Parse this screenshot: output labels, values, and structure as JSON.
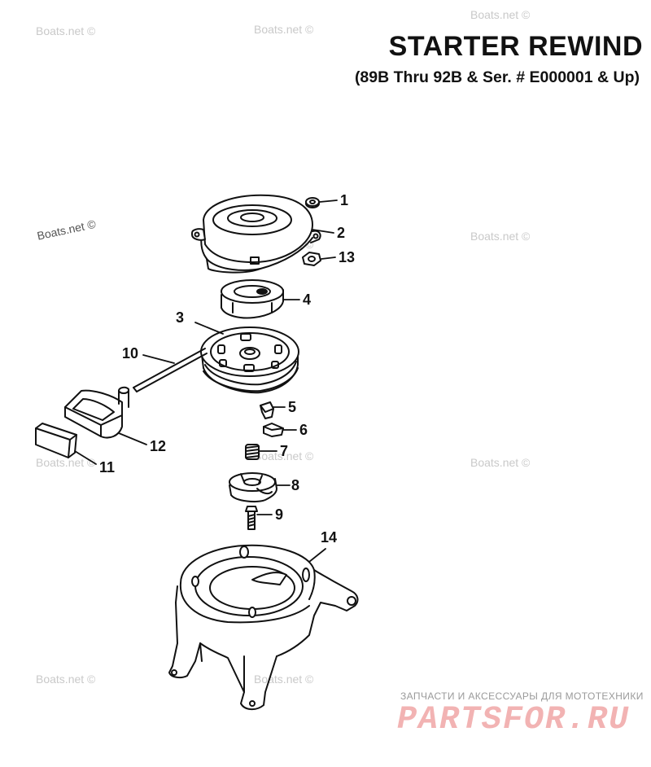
{
  "header": {
    "title": "STARTER REWIND",
    "subtitle": "(89B Thru 92B & Ser. # E000001 & Up)"
  },
  "watermarks": [
    "Boats.net ©",
    "Boats.net ©",
    "Boats.net ©",
    "Boats.net ©",
    "Boats.net ©",
    "Boats.net ©",
    "Boats.net ©",
    "Boats.net ©",
    "Boats.net ©",
    "Boats.net ©",
    "Boats.net ©"
  ],
  "callouts": [
    "1",
    "2",
    "13",
    "4",
    "3",
    "10",
    "12",
    "11",
    "5",
    "6",
    "7",
    "8",
    "9",
    "14"
  ],
  "footer": {
    "small_text": "ЗАПЧАСТИ И АКСЕССУАРЫ ДЛЯ МОТОТЕХНИКИ",
    "logo_text": "PARTSFOR.RU"
  },
  "colors": {
    "ink": "#111111",
    "watermark": "#c9c9c9",
    "logo": "#f2b3b3"
  }
}
